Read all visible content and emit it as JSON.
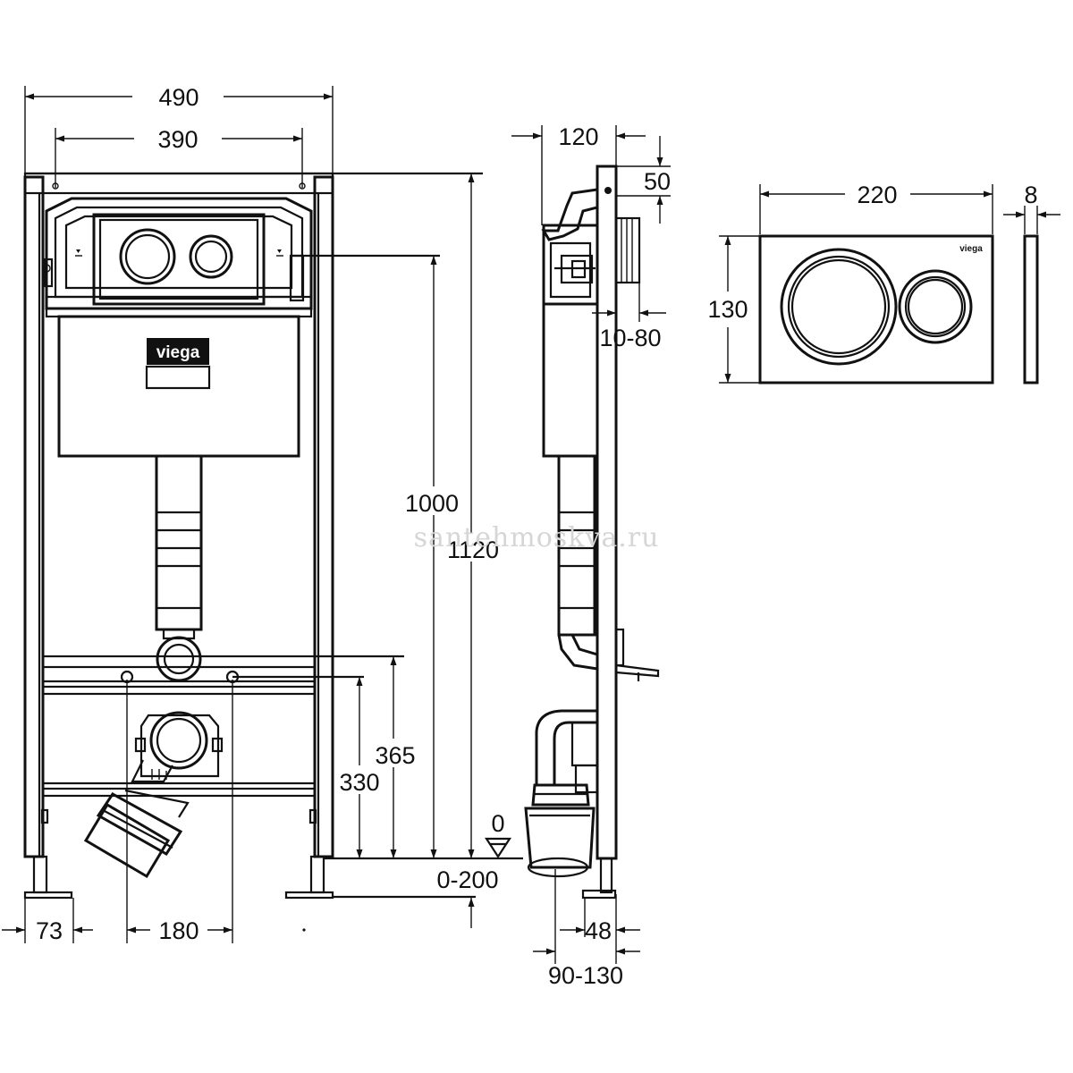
{
  "dimensions": {
    "w490": "490",
    "w390": "390",
    "h1000": "1000",
    "h1120": "1120",
    "h365": "365",
    "h330": "330",
    "floor_range": "0-200",
    "floor_zero": "0",
    "foot73": "73",
    "spacing180": "180",
    "depth120": "120",
    "top50": "50",
    "wall10_80": "10-80",
    "offset48": "48",
    "outlet90_130": "90-130",
    "plate_width": "220",
    "plate_height": "130",
    "plate_depth": "8"
  },
  "brand": {
    "frame_logo": "viega",
    "plate_logo": "viega"
  },
  "watermark": "santehmoskva.ru"
}
